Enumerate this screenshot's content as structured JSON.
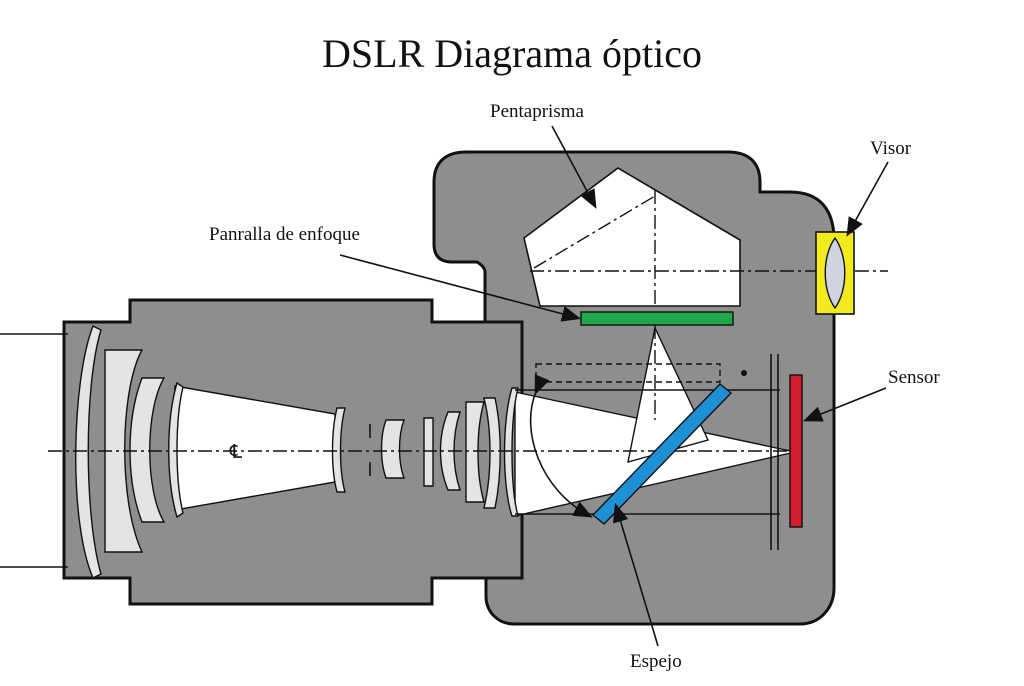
{
  "title": "DSLR Diagrama óptico",
  "labels": {
    "pentaprism": "Pentaprisma",
    "focusing_screen": "Panralla de enfoque",
    "viewfinder": "Visor",
    "sensor": "Sensor",
    "mirror": "Espejo",
    "centerline_symbol": "℄"
  },
  "colors": {
    "body_gray": "#8e8e8e",
    "lens_element": "#e4e4e4",
    "focusing_screen": "#1ea84a",
    "sensor": "#d21f2b",
    "mirror": "#1e90d6",
    "viewfinder_frame": "#f2ea1d",
    "viewfinder_lens": "#cfd3e0"
  }
}
